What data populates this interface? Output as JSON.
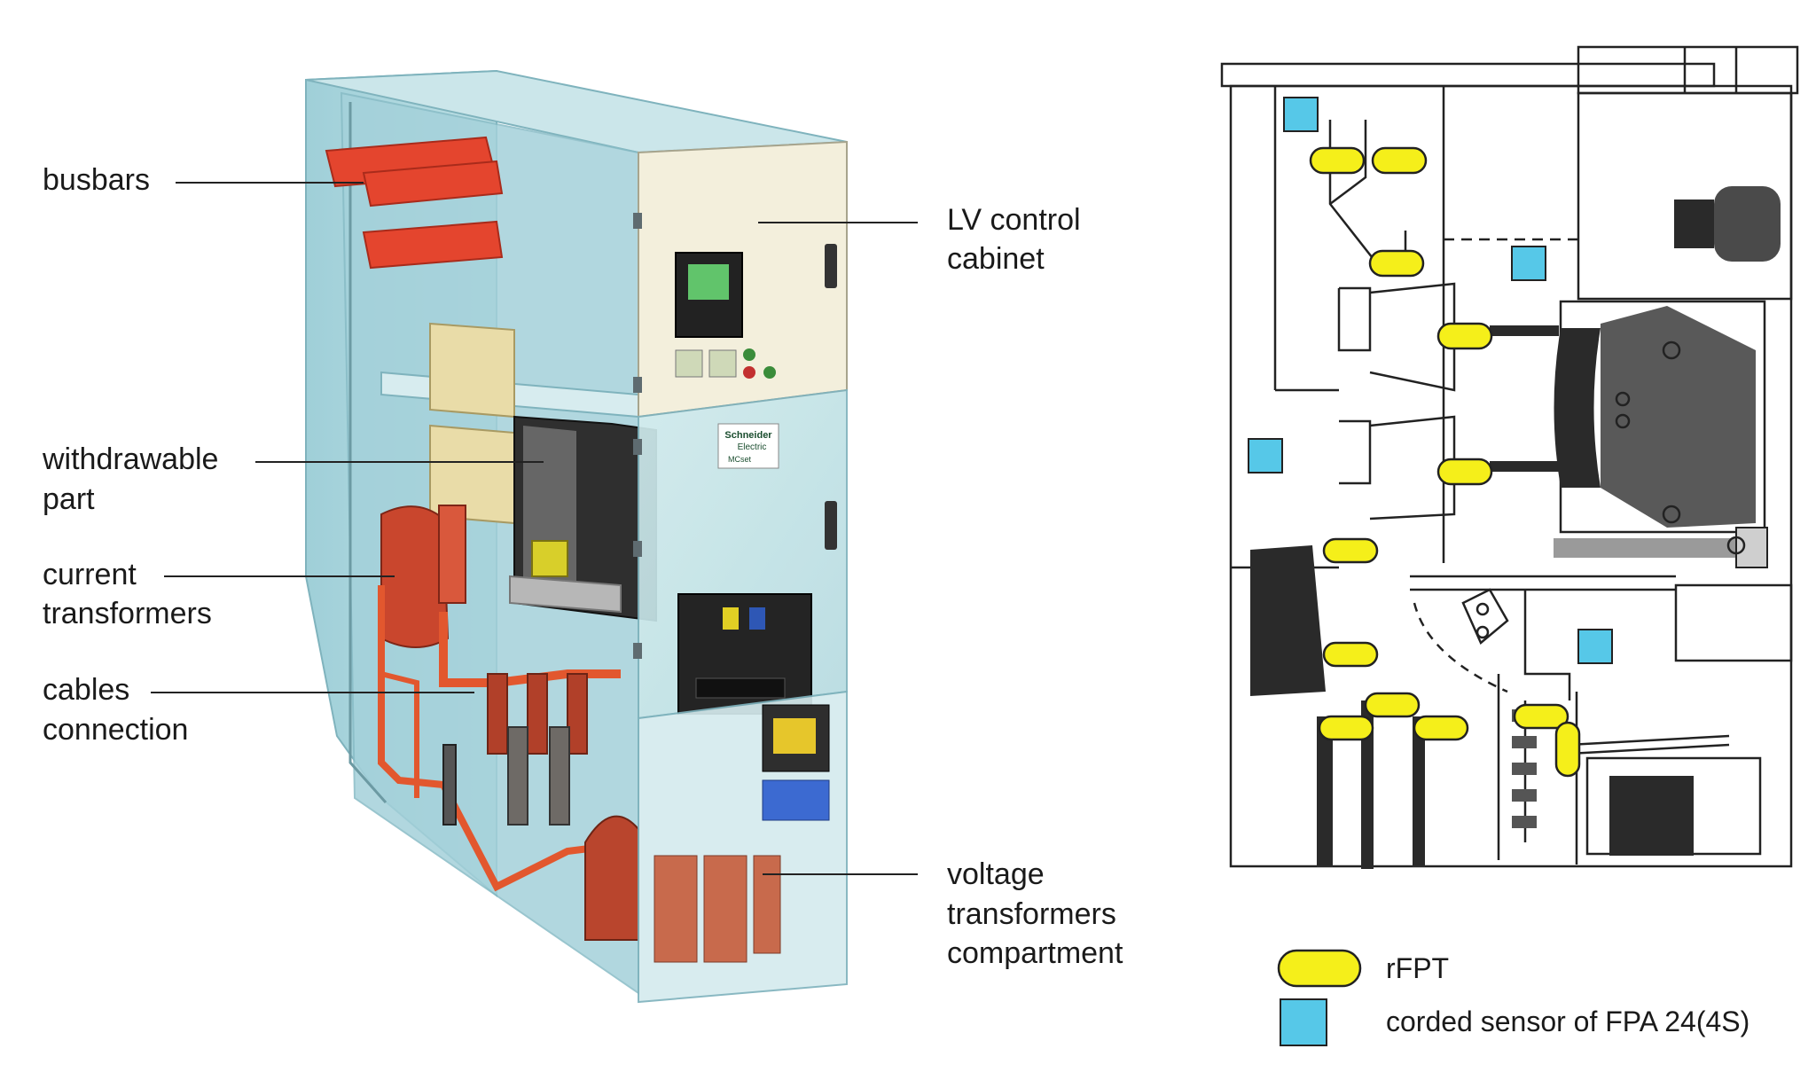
{
  "labels": {
    "busbars": "busbars",
    "lv_control_1": "LV control",
    "lv_control_2": "cabinet",
    "withdrawable_1": "withdrawable",
    "withdrawable_2": "part",
    "current_tr_1": "current",
    "current_tr_2": "transformers",
    "cables_1": "cables",
    "cables_2": "connection",
    "voltage_1": "voltage",
    "voltage_2": "transformers",
    "voltage_3": "compartment"
  },
  "device_marking": {
    "brand_1": "Schneider",
    "brand_2": "Electric",
    "model": "MCset"
  },
  "legend": {
    "rfpt": "rFPT",
    "corded_sensor": "corded sensor of FPA 24(4S)"
  },
  "colors": {
    "rfpt_fill": "#f5ef1a",
    "sensor_fill": "#56c8e8",
    "busbar_red": "#e4452e",
    "cabinet_glass": "#a9d4dc",
    "lv_panel": "#f3efdc"
  }
}
